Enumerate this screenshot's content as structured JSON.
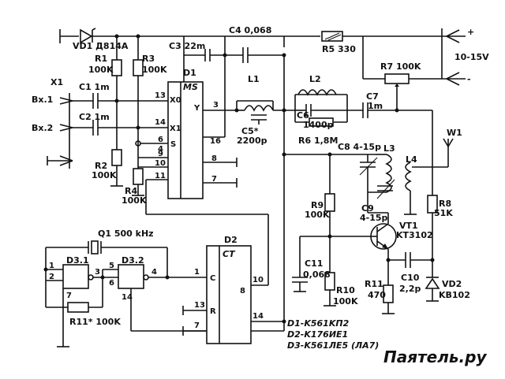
{
  "title": "",
  "watermark": "Паятель.ру",
  "components": {
    "vd1": "VD1 Д814А",
    "r1": "R1",
    "r1_value": "100K",
    "r3": "R3",
    "r3_value": "100K",
    "c3": "C3 22m",
    "c4": "C4 0,068",
    "r5": "R5 330",
    "supply": "10-15V",
    "plus": "+",
    "minus": "-",
    "r7": "R7 100K",
    "x1": "X1",
    "in1": "Bx.1",
    "in2": "Bx.2",
    "c1": "C1 1m",
    "c2": "C2 1m",
    "r2": "R2",
    "r2_value": "100K",
    "r4": "R4",
    "r4_value": "100K",
    "d1": "D1",
    "d1_ms": "MS",
    "d1_x0": "X0",
    "d1_x1": "X1",
    "d1_s": "S",
    "d1_y": "Y",
    "l1": "L1",
    "c5": "C5*",
    "c5_value": "2200p",
    "l2": "L2",
    "c6": "C6",
    "c6_value": "1400p",
    "r6": "R6 1,8M",
    "c7": "C7",
    "c7_value": "1m",
    "w1": "W1",
    "c8": "C8 4-15p",
    "l3": "L3",
    "l4": "L4",
    "r9": "R9",
    "r9_value": "100K",
    "c9": "C9",
    "c9_value": "4-15p",
    "vt1": "VT1",
    "vt1_value": "KT3102",
    "r8": "R8",
    "r8_value": "51K",
    "q1": "Q1 500 kHz",
    "d31": "D3.1",
    "d32": "D3.2",
    "d2": "D2",
    "d2_ct": "CT",
    "d2_c": "C",
    "d2_r": "R",
    "c11": "C11",
    "c11_value": "0,068",
    "r10": "R10",
    "r10_value": "100K",
    "r11": "R11",
    "r11_value": "470",
    "c10": "C10",
    "c10_value": "2,2p",
    "vd2": "VD2",
    "vd2_value": "KB102",
    "r11s": "R11* 100K"
  },
  "pins": {
    "d1_13": "13",
    "d1_14": "14",
    "d1_6": "6",
    "d1_9": "9",
    "d1_10": "10",
    "d1_11": "11",
    "d1_4": "4",
    "d1_3": "3",
    "d1_16": "16",
    "d1_8": "8",
    "d1_7": "7",
    "d31_1": "1",
    "d31_2": "2",
    "d31_3": "3",
    "d31_7": "7",
    "d32_5": "5",
    "d32_6": "6",
    "d32_4": "4",
    "d32_14": "14",
    "d2_1": "1",
    "d2_13": "13",
    "d2_7": "7",
    "d2_10": "10",
    "d2_8": "8",
    "d2_14": "14"
  },
  "notes": [
    "D1-K561KП2",
    "D2-K176ИЕ1",
    "D3-K561ЛЕ5 (ЛА7)"
  ]
}
